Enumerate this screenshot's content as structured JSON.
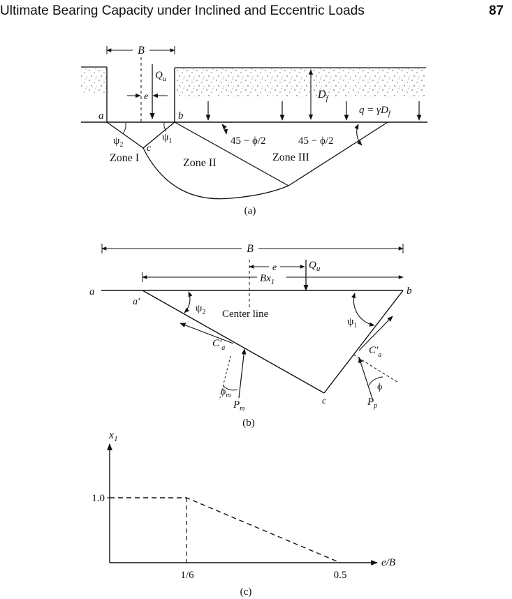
{
  "header": {
    "running_title": "Ultimate Bearing Capacity under Inclined and Eccentric Loads",
    "page_number": "87"
  },
  "figure_a": {
    "caption": "(a)",
    "B": "B",
    "Qu": "Q",
    "Qu_sub": "u",
    "e": "e",
    "Df": "D",
    "Df_sub": "f",
    "surcharge": "q = γD",
    "surcharge_sub": "f",
    "point_a": "a",
    "point_b": "b",
    "point_c": "c",
    "psi2": "ψ",
    "psi2_sub": "2",
    "psi1": "ψ",
    "psi1_sub": "1",
    "angle_1": "45 − ϕ/2",
    "angle_2": "45 − ϕ/2",
    "zone1": "Zone I",
    "zone2": "Zone II",
    "zone3": "Zone III"
  },
  "figure_b": {
    "caption": "(b)",
    "B": "B",
    "e": "e",
    "Qu": "Q",
    "Qu_sub": "u",
    "Bx1": "Bx",
    "Bx1_sub": "1",
    "point_a": "a",
    "point_a_prime": "a′",
    "point_b": "b",
    "point_c": "c",
    "psi2": "ψ",
    "psi2_sub": "2",
    "psi1": "ψ",
    "psi1_sub": "1",
    "center_line": "Center line",
    "Ca_left": "C′",
    "Ca_left_sub": "a",
    "Ca_right": "C′",
    "Ca_right_sub": "a",
    "phi_m": "ϕ",
    "phi_m_sub": "m",
    "Pm": "P",
    "Pm_sub": "m",
    "phi": "ϕ",
    "Pp": "P",
    "Pp_sub": "p"
  },
  "figure_c": {
    "caption": "(c)",
    "y_label": "x",
    "y_label_sub": "1",
    "x_label": "e/B",
    "tick_y": "1.0",
    "tick_x1": "1/6",
    "tick_x2": "0.5"
  },
  "chart_data": {
    "type": "line",
    "xlabel": "e/B",
    "ylabel": "x1",
    "x": [
      0,
      0.1667,
      0.5
    ],
    "series": [
      {
        "values": [
          1.0,
          1.0,
          0.0
        ]
      }
    ]
  }
}
